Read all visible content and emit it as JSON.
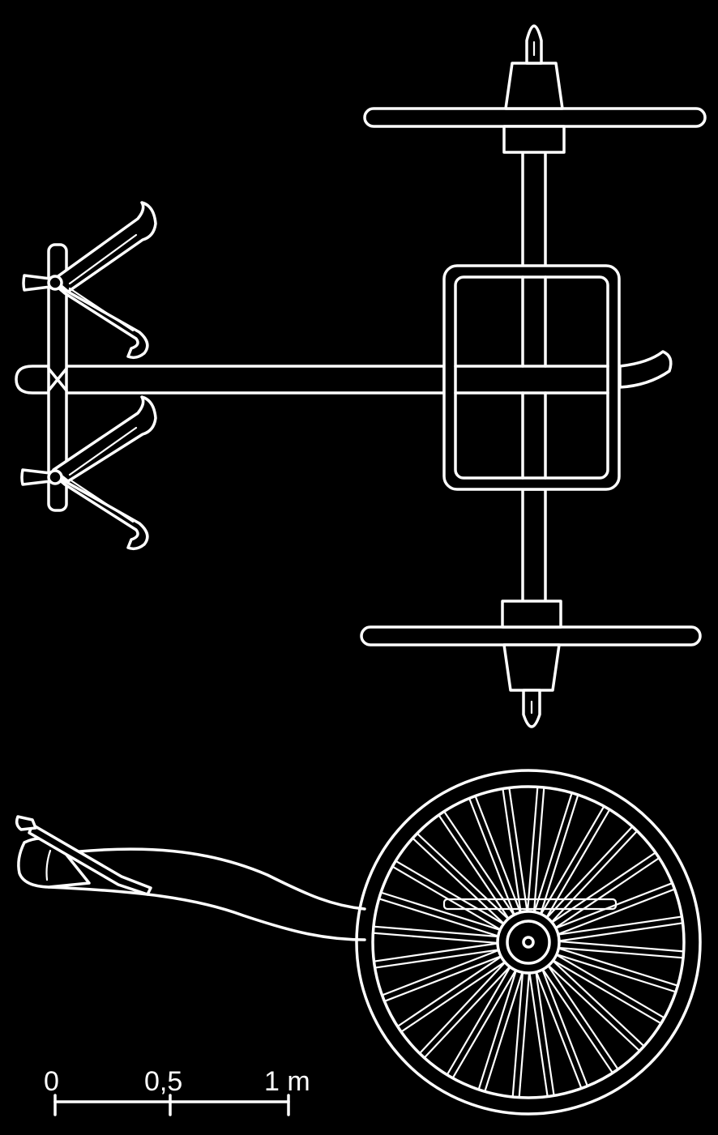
{
  "scale_bar": {
    "tick_0": "0",
    "tick_mid": "0,5",
    "tick_end": "1 m"
  },
  "colors": {
    "background": "#000000",
    "line": "#ffffff"
  },
  "wheel": {
    "spoke_count": 28
  }
}
